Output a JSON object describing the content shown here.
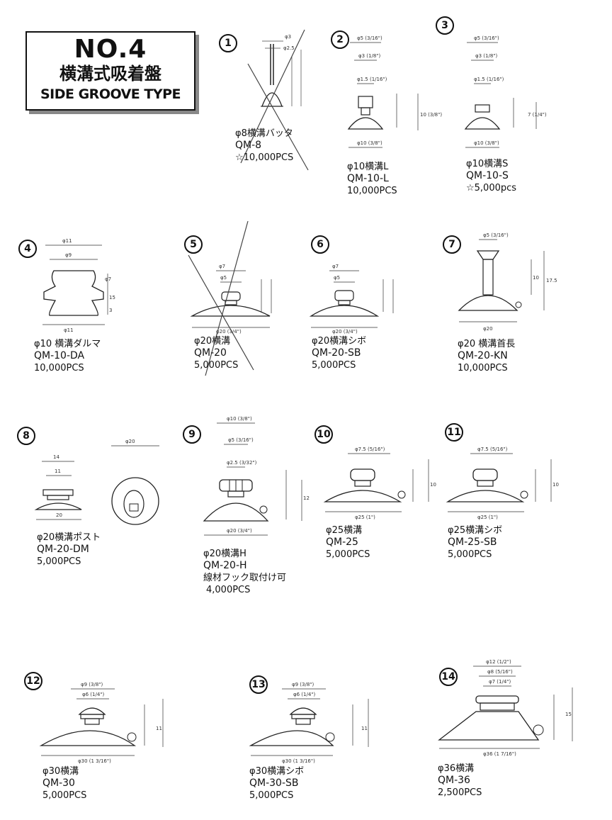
{
  "header": {
    "number": "NO.4",
    "title_jp": "横溝式吸着盤",
    "title_en": "SIDE GROOVE TYPE"
  },
  "items": [
    {
      "num": "1",
      "name": "φ8横溝バッタ",
      "code": "QM-8",
      "qty": "☆10,000PCS",
      "dims": [
        "φ3",
        "φ2.5"
      ]
    },
    {
      "num": "2",
      "name": "φ10横溝L",
      "code": "QM-10-L",
      "qty": "10,000PCS",
      "dims": [
        "φ5 (3/16\")",
        "φ3 (1/8\")",
        "φ1.5 (1/16\")",
        "φ10 (3/8\")",
        "10 (3/8\")"
      ]
    },
    {
      "num": "3",
      "name": "φ10横溝S",
      "code": "QM-10-S",
      "qty": "☆5,000pcs",
      "dims": [
        "φ5 (3/16\")",
        "φ3 (1/8\")",
        "φ1.5 (1/16\")",
        "φ10 (3/8\")",
        "7 (1/4\")"
      ]
    },
    {
      "num": "4",
      "name": "φ10 横溝ダルマ",
      "code": "QM-10-DA",
      "qty": "10,000PCS",
      "dims": [
        "φ11",
        "φ9",
        "φ7",
        "φ11",
        "15",
        "3"
      ]
    },
    {
      "num": "5",
      "name": "φ20横溝",
      "code": "QM-20",
      "qty": "5,000PCS",
      "dims": [
        "φ7",
        "φ5",
        "φ20 (3/4\")"
      ]
    },
    {
      "num": "6",
      "name": "φ20横溝シボ",
      "code": "QM-20-SB",
      "qty": "5,000PCS",
      "dims": [
        "φ7",
        "φ5",
        "φ20 (3/4\")"
      ]
    },
    {
      "num": "7",
      "name": "φ20 横溝首長",
      "code": "QM-20-KN",
      "qty": "10,000PCS",
      "dims": [
        "φ5 (3/16\")",
        "φ20",
        "10",
        "17.5"
      ]
    },
    {
      "num": "8",
      "name": "φ20横溝ポスト",
      "code": "QM-20-DM",
      "qty": "5,000PCS",
      "dims": [
        "14",
        "11",
        "20",
        "φ20"
      ]
    },
    {
      "num": "9",
      "name": "φ20横溝H",
      "code": "QM-20-H",
      "note": "線材フック取付け可",
      "qty": "4,000PCS",
      "dims": [
        "φ10 (3/8\")",
        "φ5 (3/16\")",
        "φ2.5 (3/32\")",
        "φ20 (3/4\")",
        "12"
      ]
    },
    {
      "num": "10",
      "name": "φ25横溝",
      "code": "QM-25",
      "qty": "5,000PCS",
      "dims": [
        "φ7.5 (5/16\")",
        "φ25 (1\")",
        "10"
      ]
    },
    {
      "num": "11",
      "name": "φ25横溝シボ",
      "code": "QM-25-SB",
      "qty": "5,000PCS",
      "dims": [
        "φ7.5 (5/16\")",
        "φ25 (1\")",
        "10"
      ]
    },
    {
      "num": "12",
      "name": "φ30横溝",
      "code": "QM-30",
      "qty": "5,000PCS",
      "dims": [
        "φ9 (3/8\")",
        "φ6 (1/4\")",
        "φ30 (1 3/16\")",
        "11"
      ]
    },
    {
      "num": "13",
      "name": "φ30横溝シボ",
      "code": "QM-30-SB",
      "qty": "5,000PCS",
      "dims": [
        "φ9 (3/8\")",
        "φ6 (1/4\")",
        "φ30 (1 3/16\")",
        "11"
      ]
    },
    {
      "num": "14",
      "name": "φ36横溝",
      "code": "QM-36",
      "qty": "2,500PCS",
      "dims": [
        "φ12 (1/2\")",
        "φ8 (5/16\")",
        "φ7 (1/4\")",
        "φ36 (1 7/16\")",
        "15"
      ]
    }
  ]
}
